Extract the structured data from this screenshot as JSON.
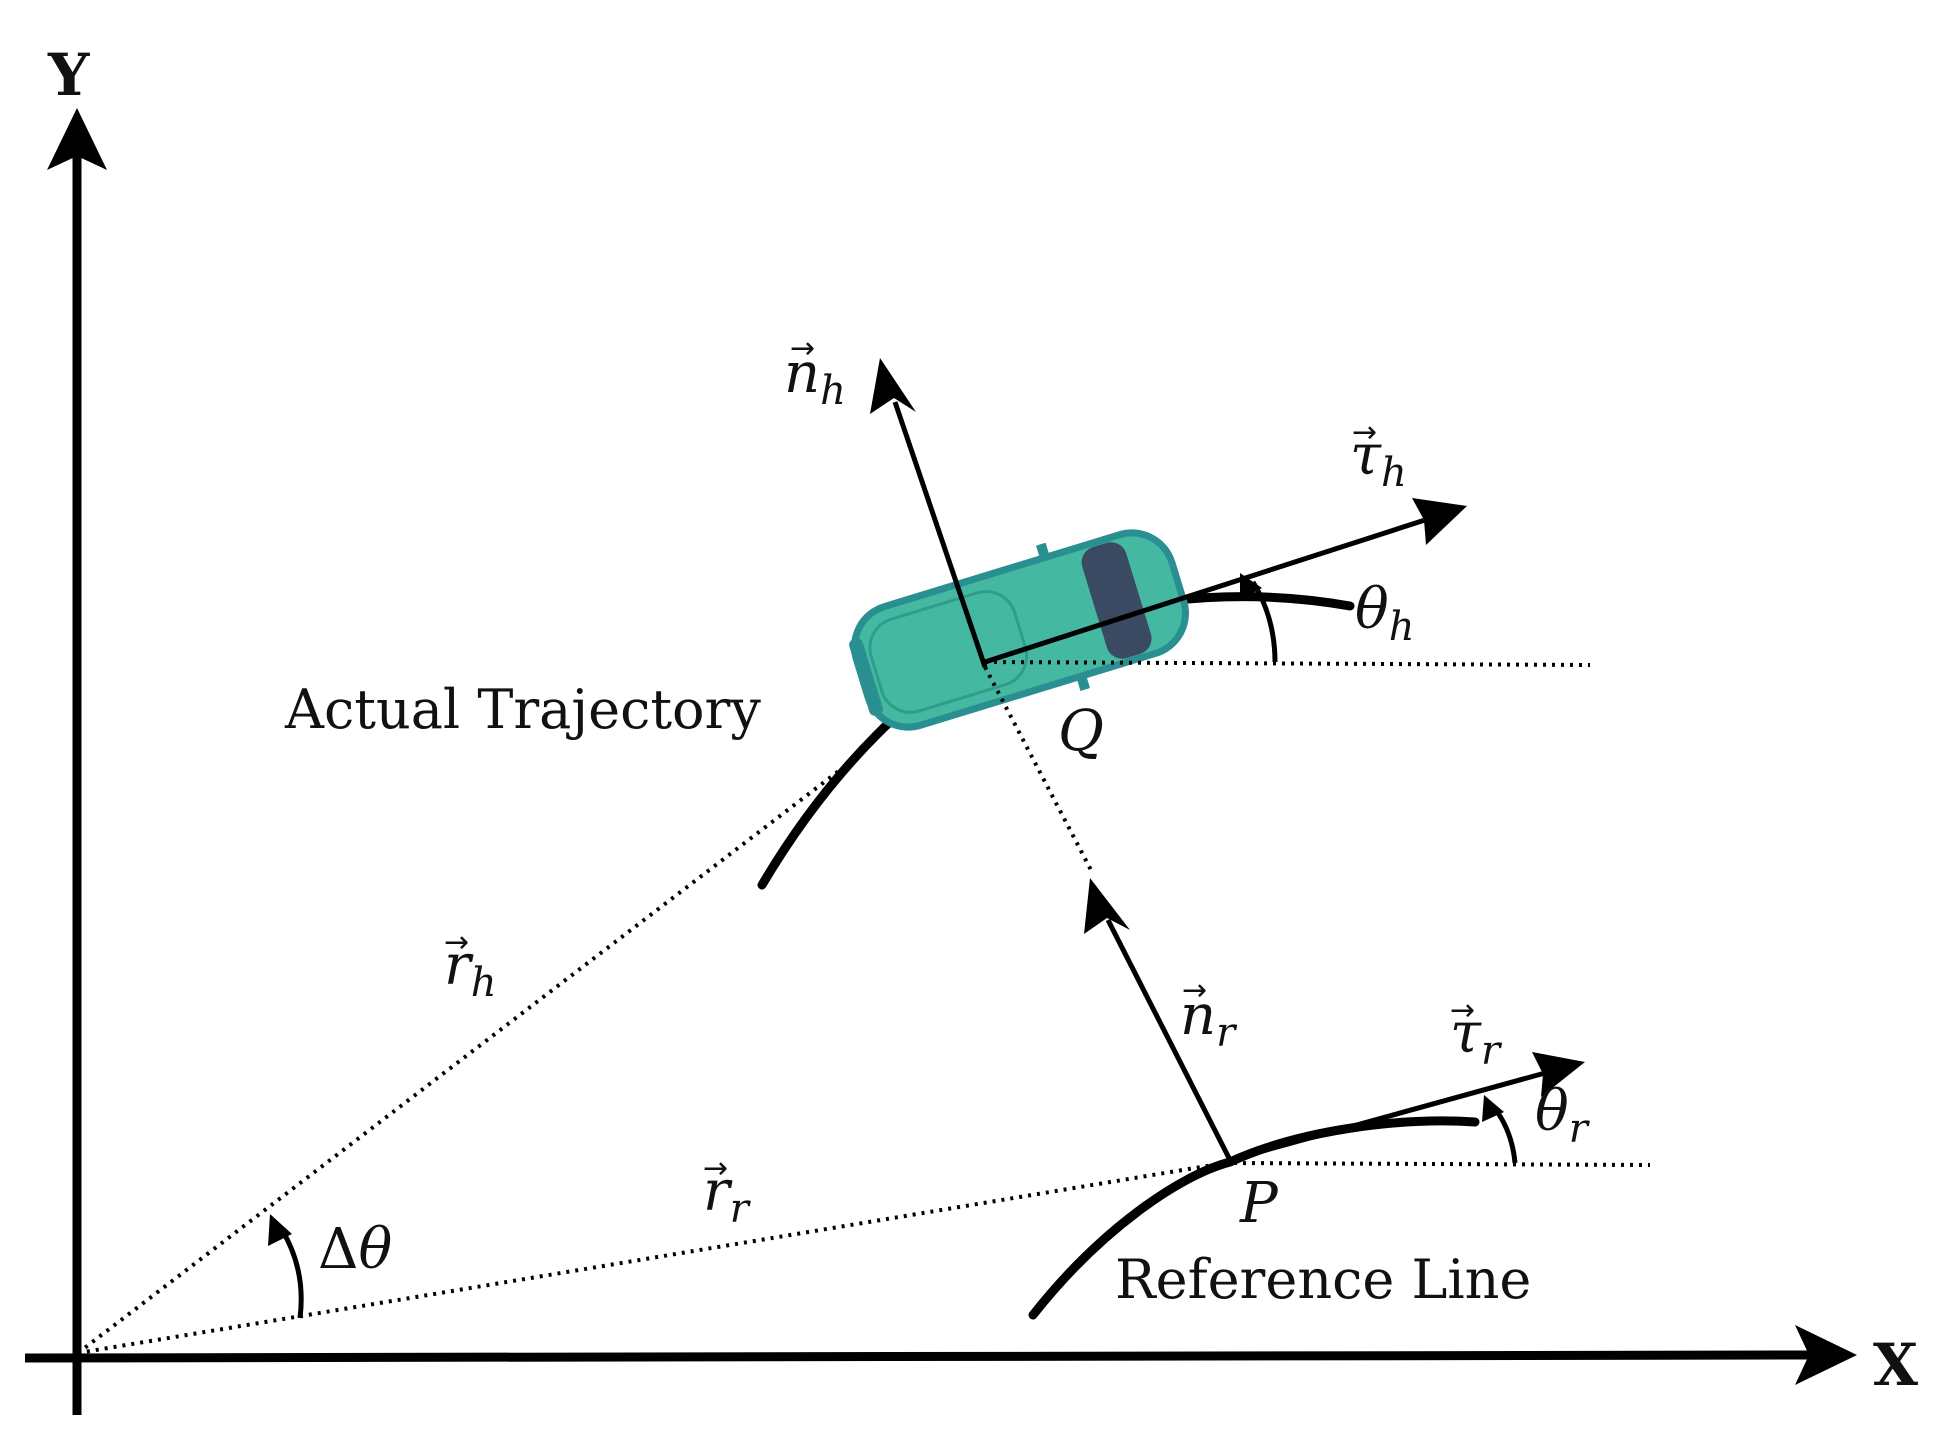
{
  "axes": {
    "x_label": "X",
    "y_label": "Y"
  },
  "captions": {
    "actual_trajectory": "Actual Trajectory",
    "reference_line": "Reference Line"
  },
  "points": {
    "q": "Q",
    "p": "P"
  },
  "vectors": {
    "n_h": {
      "symbol": "n",
      "subscript": "h"
    },
    "tau_h": {
      "symbol": "τ",
      "subscript": "h"
    },
    "r_h": {
      "symbol": "r",
      "subscript": "h"
    },
    "n_r": {
      "symbol": "n",
      "subscript": "r"
    },
    "tau_r": {
      "symbol": "τ",
      "subscript": "r"
    },
    "r_r": {
      "symbol": "r",
      "subscript": "r"
    }
  },
  "angles": {
    "theta_h": {
      "symbol": "θ",
      "subscript": "h"
    },
    "theta_r": {
      "symbol": "θ",
      "subscript": "r"
    },
    "delta_theta": {
      "symbol": "Δ",
      "greek": "θ"
    }
  },
  "colors": {
    "car_body": "#45b8a2",
    "car_outline": "#2a8f91",
    "car_window": "#3a4a63",
    "line": "#000000"
  },
  "icons": {
    "vehicle": "car-icon"
  }
}
